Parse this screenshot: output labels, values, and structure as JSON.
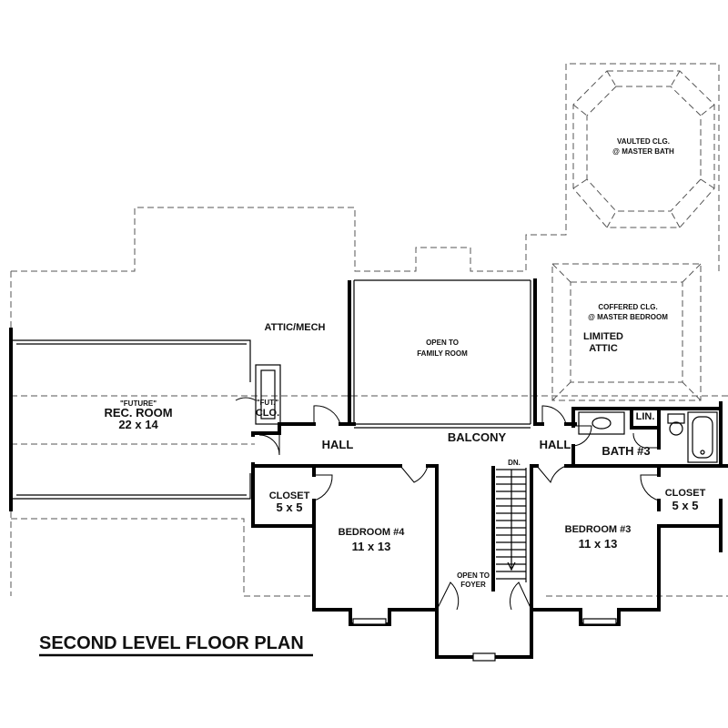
{
  "title": "SECOND LEVEL FLOOR PLAN",
  "rooms": {
    "vaulted_line1": "VAULTED CLG.",
    "vaulted_line2": "@ MASTER BATH",
    "coffered_line1": "COFFERED CLG.",
    "coffered_line2": "@ MASTER BEDROOM",
    "limited_line1": "LIMITED",
    "limited_line2": "ATTIC",
    "attic_mech": "ATTIC/MECH",
    "open_family_line1": "OPEN TO",
    "open_family_line2": "FAMILY ROOM",
    "future_label": "\"FUTURE\"",
    "rec_room_name": "REC. ROOM",
    "rec_room_size": "22 x 14",
    "fut_clo_line1": "\"FUT.\"",
    "fut_clo_line2": "CLO.",
    "hall_left": "HALL",
    "balcony": "BALCONY",
    "hall_right": "HALL",
    "lin": "LIN.",
    "bath3": "BATH #3",
    "closet_left_name": "CLOSET",
    "closet_left_size": "5 x 5",
    "closet_right_name": "CLOSET",
    "closet_right_size": "5 x 5",
    "bedroom4_name": "BEDROOM #4",
    "bedroom4_size": "11 x 13",
    "bedroom3_name": "BEDROOM #3",
    "bedroom3_size": "11 x 13",
    "stair_dn": "DN.",
    "open_foyer_line1": "OPEN TO",
    "open_foyer_line2": "FOYER"
  }
}
